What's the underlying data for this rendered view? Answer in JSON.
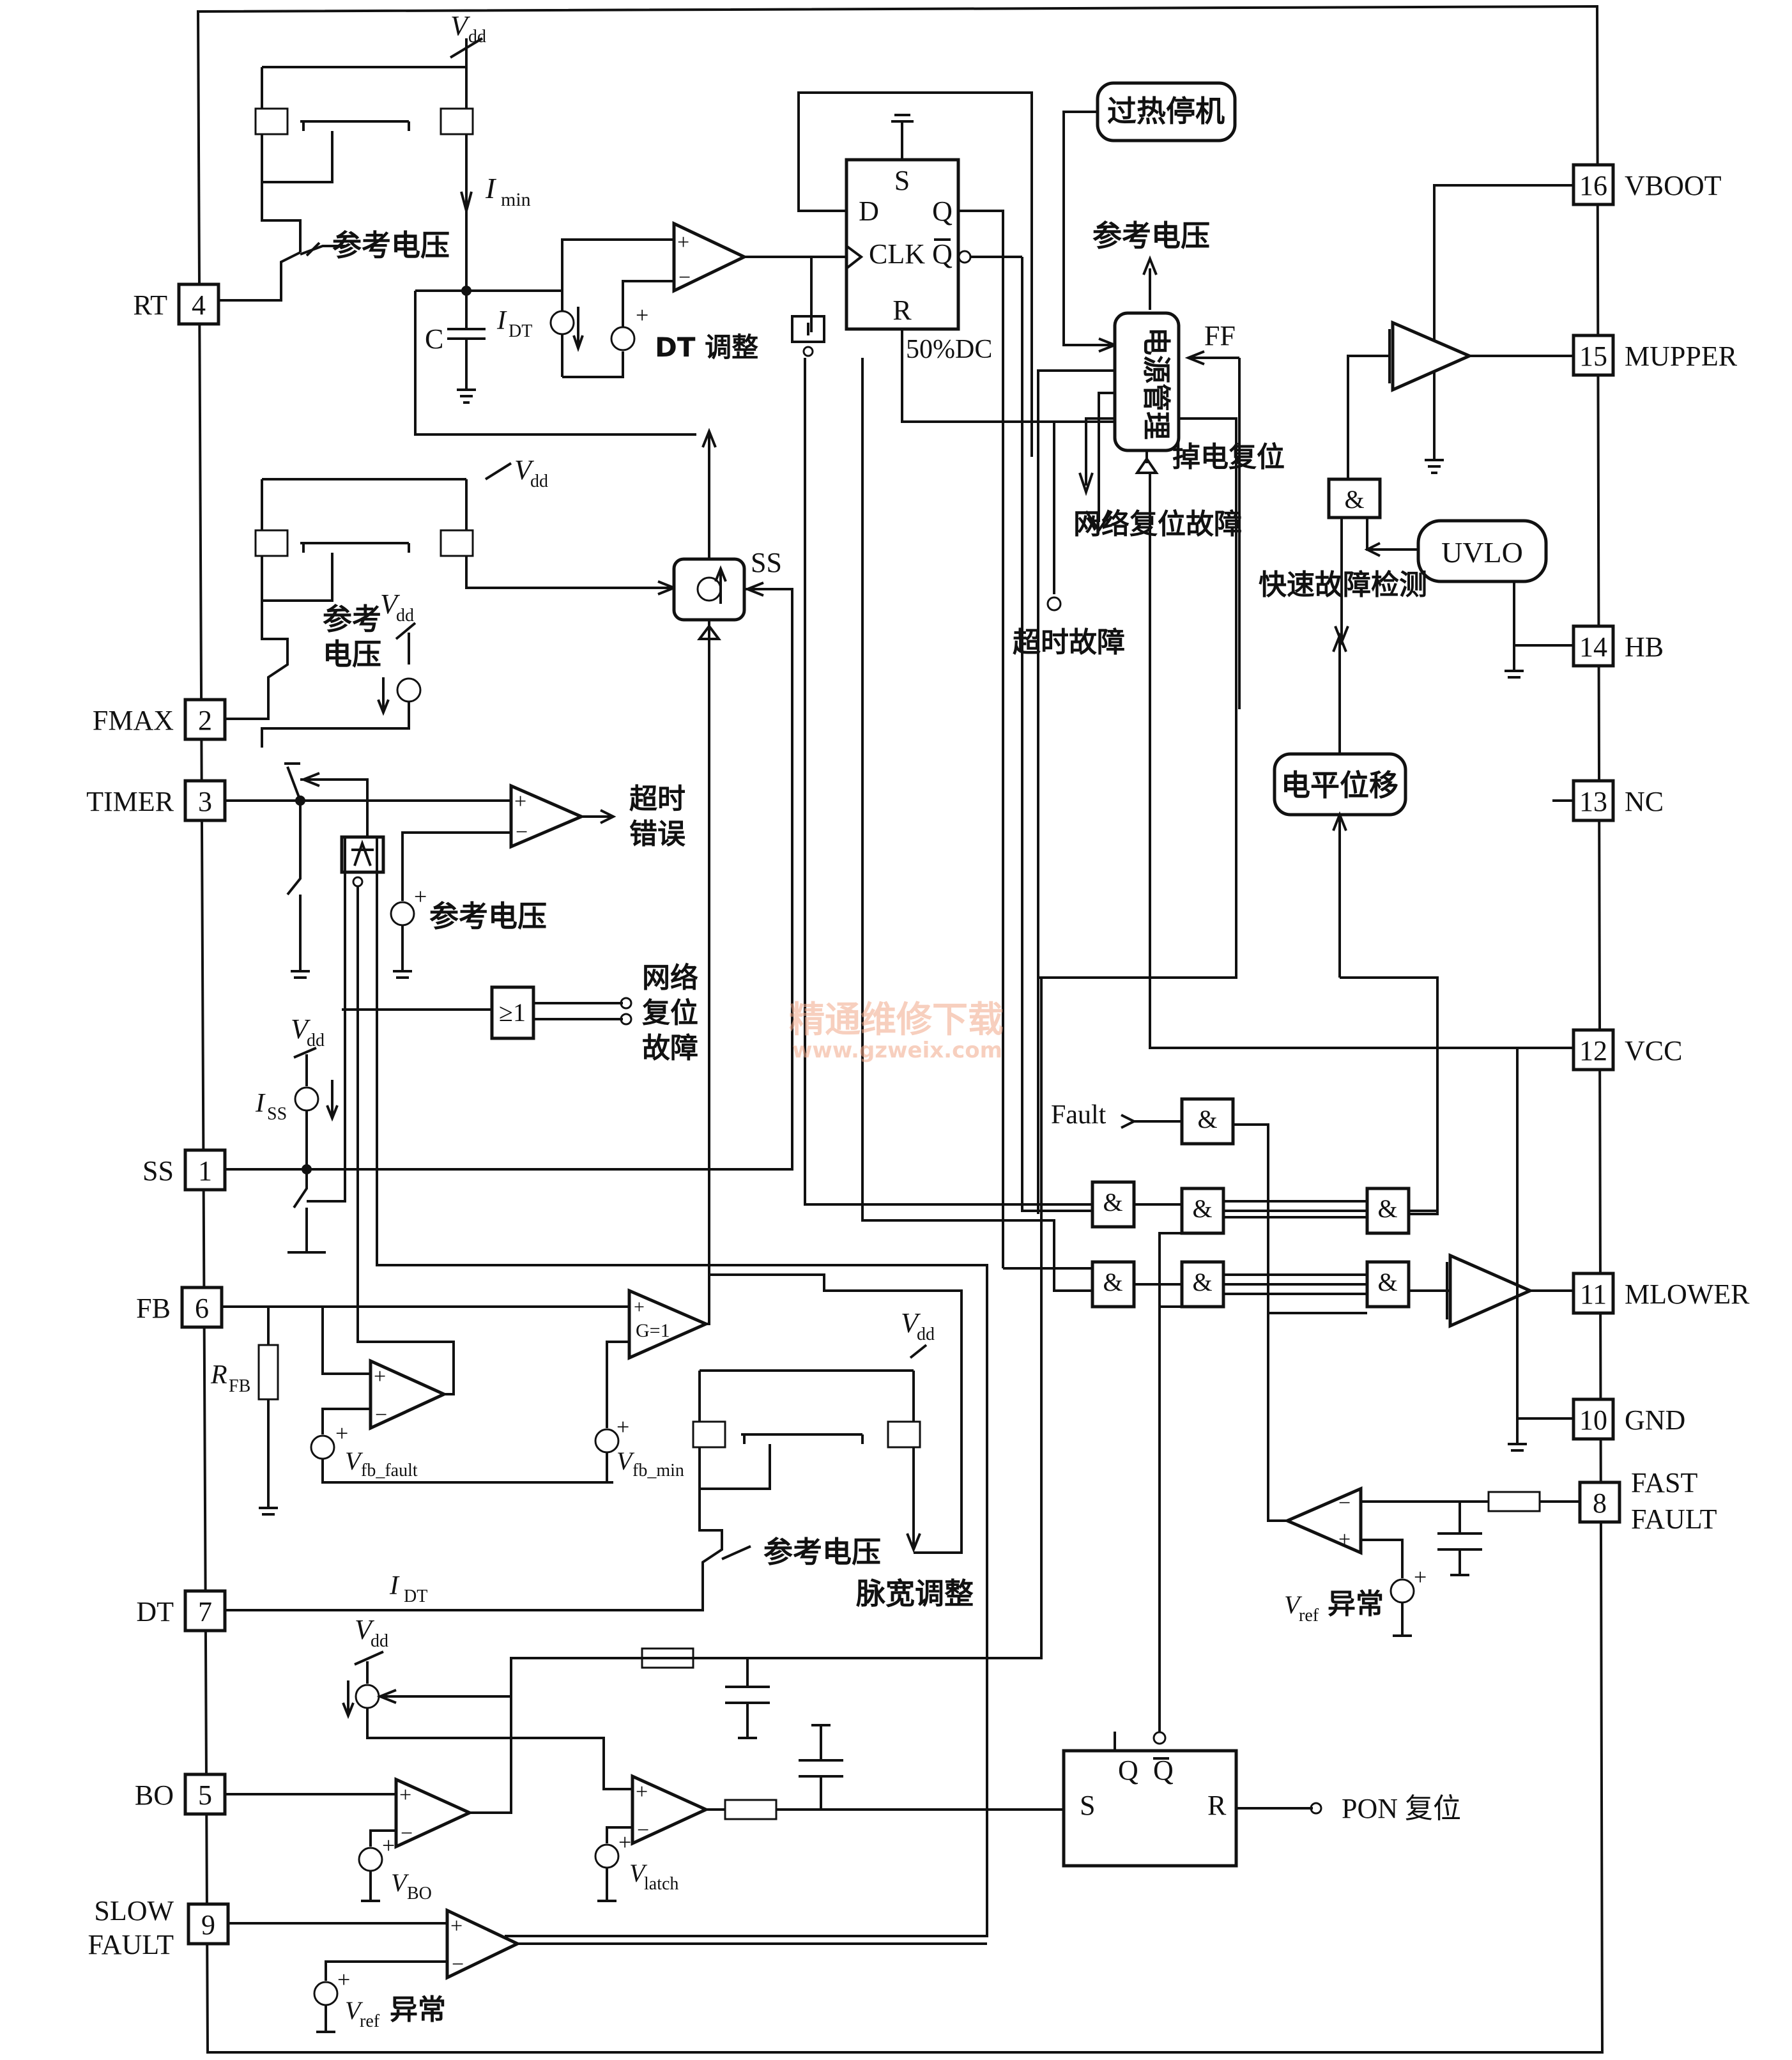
{
  "pins": [
    {
      "num": "4",
      "name": "RT"
    },
    {
      "num": "2",
      "name": "FMAX"
    },
    {
      "num": "3",
      "name": "TIMER"
    },
    {
      "num": "1",
      "name": "SS"
    },
    {
      "num": "6",
      "name": "FB"
    },
    {
      "num": "7",
      "name": "DT"
    },
    {
      "num": "5",
      "name": "BO"
    },
    {
      "num": "9",
      "name": "SLOW"
    },
    {
      "num": "16",
      "name": "VBOOT"
    },
    {
      "num": "15",
      "name": "MUPPER"
    },
    {
      "num": "14",
      "name": "HB"
    },
    {
      "num": "13",
      "name": "NC"
    },
    {
      "num": "12",
      "name": "VCC"
    },
    {
      "num": "11",
      "name": "MLOWER"
    },
    {
      "num": "10",
      "name": "GND"
    },
    {
      "num": "8",
      "name": "FAST"
    }
  ],
  "pin_sub": {
    "slow": "FAULT",
    "fast": "FAULT"
  },
  "labels": {
    "vdd": "V",
    "vdd_sub": "dd",
    "imin": "I",
    "imin_sub": "min",
    "ref_voltage": "参考电压",
    "c": "C",
    "idt": "I",
    "idt_sub": "DT",
    "dt_adjust": "DT 调整",
    "ss": "SS",
    "overheat": "过热停机",
    "ref_voltage_out": "参考电压",
    "power_mgmt": "电源管理",
    "ff": "FF",
    "dc50": "50%DC",
    "net_reset_fault": "网络复位故障",
    "timeout_fault": "超时故障",
    "powerdown_reset": "掉电复位",
    "fast_fault_detect": "快速故障检测",
    "level_shift": "电平位移",
    "uvlo": "UVLO",
    "timeout_error": "超时错误",
    "net_reset": "网络复位故障",
    "iss": "I",
    "iss_sub": "SS",
    "rfb": "R",
    "rfb_sub": "FB",
    "g1": "G=1",
    "vfb_fault": "V",
    "vfb_fault_sub": "fb_fault",
    "vfb_min": "V",
    "vfb_min_sub": "fb_min",
    "pw_adjust": "脉宽调整",
    "idt2": "I",
    "idt2_sub": "DT",
    "vbo": "V",
    "vbo_sub": "BO",
    "vlatch": "V",
    "vlatch_sub": "latch",
    "vref": "V",
    "vref_sub": "ref",
    "abnormal": "异常",
    "fault": "Fault",
    "pon_reset": "PON 复位",
    "ff_d": "D",
    "ff_s": "S",
    "ff_q": "Q",
    "ff_clk": "CLK",
    "ff_qb": "Q",
    "ff_r": "R",
    "sr_s": "S",
    "sr_q": "Q",
    "sr_qb": "Q",
    "sr_r": "R",
    "and": "&",
    "watermark_cn": "精通维修下载",
    "watermark_url": "www.gzweix.com"
  }
}
